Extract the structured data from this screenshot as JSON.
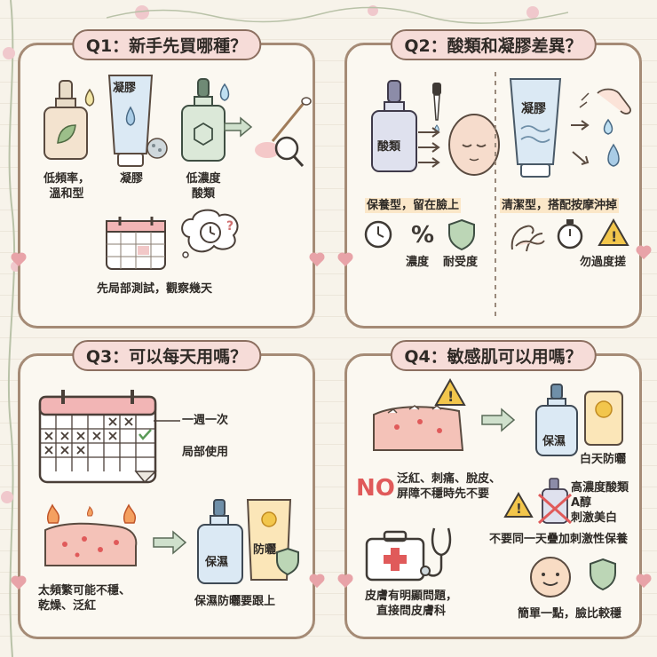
{
  "q1": {
    "title": "Q1：新手先買哪種？",
    "label_low_freq": "低頻率，\n溫和型",
    "label_gel": "凝膠",
    "label_low_acid": "低濃度\n酸類",
    "label_patch_test": "先局部測試，觀察幾天",
    "tube_label": "凝膠"
  },
  "q2": {
    "title": "Q2：酸類和凝膠差異？",
    "bottle_label": "酸類",
    "tube_label": "凝膠",
    "left_caption": "保養型，留在臉上",
    "right_caption": "清潔型，搭配按摩沖掉",
    "concentration": "濃度",
    "tolerance": "耐受度",
    "overuse": "勿過度搓"
  },
  "q3": {
    "title": "Q3：可以每天用嗎？",
    "weekly": "一週一次",
    "local_use": "局部使用",
    "too_often": "太頻繁可能不穩、\n乾燥、泛紅",
    "follow_up": "保濕防曬要跟上",
    "moisturize": "保濕",
    "sunscreen": "防曬"
  },
  "q4": {
    "title": "Q4：敏感肌可以用嗎？",
    "no": "NO",
    "symptoms": "泛紅、刺痛、脫皮、\n屏障不穩時先不要",
    "moisturize": "保濕",
    "sunscreen_label": "白天防曬",
    "high_acid": "高濃度酸類",
    "retinol": "A醇",
    "whitening": "刺激美白",
    "no_stack": "不要同一天疊加刺激性保養",
    "skin_problem": "皮膚有明顯問題，\n直接問皮膚科",
    "simple": "簡單一點，臉比較穩"
  },
  "colors": {
    "frame": "#a58b76",
    "title_bg": "#f6dcd8",
    "bottle_blue": "#dbe9f4",
    "bottle_green": "#dbe8d8",
    "warning": "#f2c64c",
    "red": "#e05a5a"
  }
}
